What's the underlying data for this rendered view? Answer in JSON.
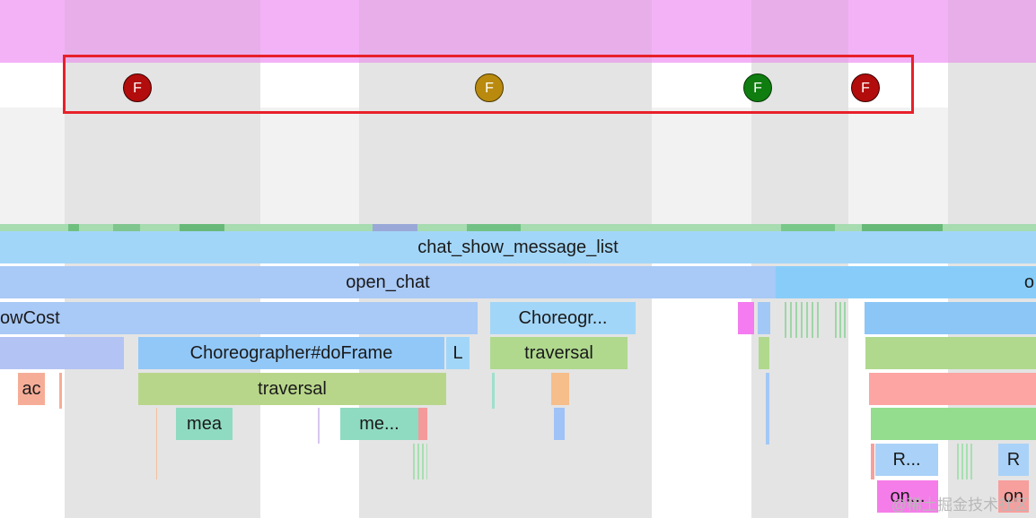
{
  "frame_markers": [
    {
      "label": "F",
      "color": "#b20c0c"
    },
    {
      "label": "F",
      "color": "#b98a0d"
    },
    {
      "label": "F",
      "color": "#0f7d10"
    },
    {
      "label": "F",
      "color": "#b20c0c"
    }
  ],
  "slices": {
    "chat_show_message_list": "chat_show_message_list",
    "open_chat": "open_chat",
    "open_chat_cut": "o",
    "show_cost": "owCost",
    "choreographer_short": "Choreogr...",
    "choreographer_do_frame": "Choreographer#doFrame",
    "l_slice": "L",
    "traversal_main": "traversal",
    "traversal_right": "traversal",
    "ac": "ac",
    "measure": "mea",
    "me_dots": "me...",
    "r_dots": "R...",
    "r": "R",
    "on_dots": "on...",
    "on": "on"
  },
  "watermark": "@稀土掘金技术社区"
}
